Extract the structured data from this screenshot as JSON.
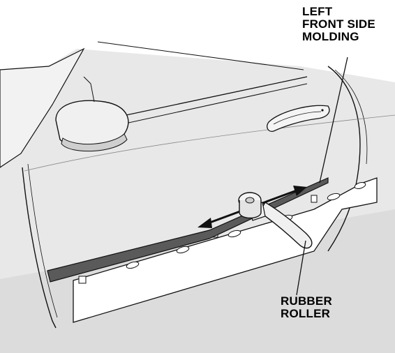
{
  "callouts": {
    "molding": {
      "lines": [
        "LEFT",
        "FRONT SIDE",
        "MOLDING"
      ]
    },
    "roller": {
      "lines": [
        "RUBBER",
        "ROLLER"
      ]
    }
  },
  "colors": {
    "body": "#e8e8e8",
    "body_shadow": "#d4d4d4",
    "line": "#111111",
    "molding_strip": "#5a5a5a",
    "tape_panel": "#ffffff",
    "background": "#ffffff"
  },
  "icons": [
    "double-arrow-icon",
    "rubber-roller-icon",
    "door-handle-icon",
    "side-mirror-icon"
  ]
}
